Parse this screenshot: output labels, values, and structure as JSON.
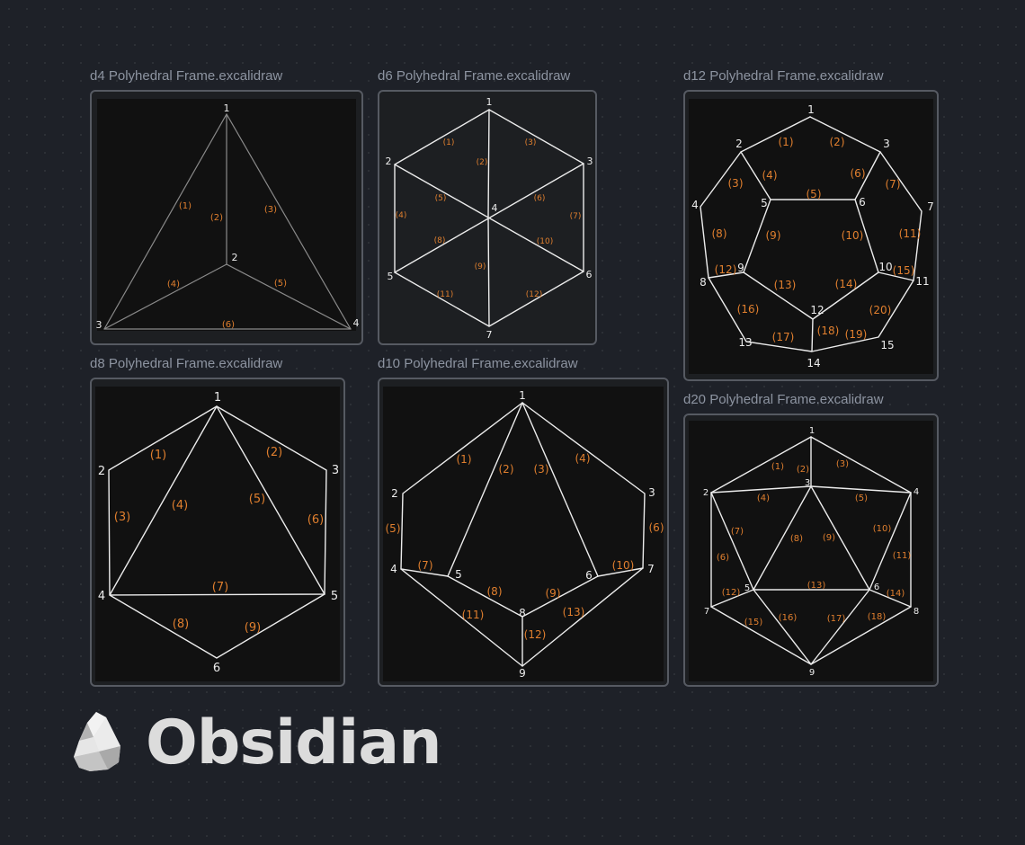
{
  "frames": {
    "d4": {
      "title": "d4 Polyhedral Frame.excalidraw",
      "vertices": [
        "1",
        "2",
        "3",
        "4"
      ],
      "faces": [
        "(1)",
        "(2)",
        "(3)",
        "(4)",
        "(5)",
        "(6)"
      ]
    },
    "d6": {
      "title": "d6 Polyhedral Frame.excalidraw",
      "vertices": [
        "1",
        "2",
        "3",
        "4",
        "5",
        "6",
        "7"
      ],
      "faces": [
        "(1)",
        "(2)",
        "(3)",
        "(4)",
        "(5)",
        "(6)",
        "(7)",
        "(8)",
        "(9)",
        "(10)",
        "(11)",
        "(12)"
      ]
    },
    "d12": {
      "title": "d12 Polyhedral Frame.excalidraw",
      "vertices": [
        "1",
        "2",
        "3",
        "4",
        "5",
        "6",
        "7",
        "8",
        "9",
        "10",
        "11",
        "12",
        "13",
        "14",
        "15"
      ],
      "faces": [
        "(1)",
        "(2)",
        "(3)",
        "(4)",
        "(5)",
        "(6)",
        "(7)",
        "(8)",
        "(9)",
        "(10)",
        "(11)",
        "(12)",
        "(13)",
        "(14)",
        "(15)",
        "(16)",
        "(17)",
        "(18)",
        "(19)",
        "(20)"
      ]
    },
    "d8": {
      "title": "d8 Polyhedral Frame.excalidraw",
      "vertices": [
        "1",
        "2",
        "3",
        "4",
        "5",
        "6"
      ],
      "faces": [
        "(1)",
        "(2)",
        "(3)",
        "(4)",
        "(5)",
        "(6)",
        "(7)",
        "(8)",
        "(9)"
      ]
    },
    "d10": {
      "title": "d10 Polyhedral Frame.excalidraw",
      "vertices": [
        "1",
        "2",
        "3",
        "4",
        "5",
        "6",
        "7",
        "8",
        "9"
      ],
      "faces": [
        "(1)",
        "(2)",
        "(3)",
        "(4)",
        "(5)",
        "(6)",
        "(7)",
        "(8)",
        "(9)",
        "(10)",
        "(11)",
        "(12)",
        "(13)"
      ]
    },
    "d20": {
      "title": "d20 Polyhedral Frame.excalidraw",
      "vertices": [
        "1",
        "2",
        "3",
        "4",
        "5",
        "6",
        "7",
        "8",
        "9"
      ],
      "faces": [
        "(1)",
        "(2)",
        "(3)",
        "(4)",
        "(5)",
        "(6)",
        "(7)",
        "(8)",
        "(9)",
        "(10)",
        "(11)",
        "(12)",
        "(13)",
        "(14)",
        "(15)",
        "(16)",
        "(17)",
        "(18)"
      ]
    }
  },
  "brand": {
    "name": "Obsidian",
    "icon": "obsidian-logo-icon"
  },
  "colors": {
    "background": "#1e2128",
    "frame": "#111111",
    "edge": "#ececec",
    "faceLabel": "#e07f2e",
    "title": "#8d94a1"
  }
}
